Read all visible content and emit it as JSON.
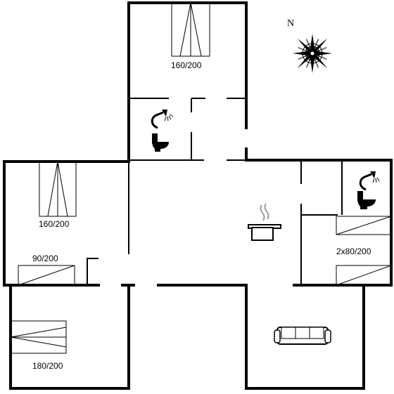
{
  "compass": {
    "north_label": "N"
  },
  "beds": {
    "top_room": "160/200",
    "left_upper_room": "160/200",
    "left_single": "90/200",
    "bottom_left_room": "180/200",
    "right_room": "2x80/200"
  },
  "icons": [
    "compass-rose-icon",
    "shower-icon",
    "toilet-icon",
    "cooking-pot-icon",
    "sofa-icon",
    "bed-icon"
  ]
}
